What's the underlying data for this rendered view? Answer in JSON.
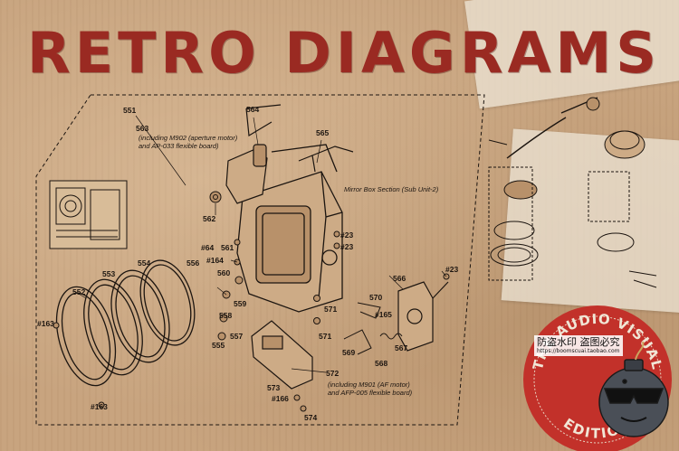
{
  "title": "RETRO DIAGRAMS",
  "badge": {
    "arc_top": "THE AUDIO VISUAL",
    "arc_bottom": "EDITION"
  },
  "watermark": {
    "line1": "防盗水印 盗图必究",
    "line2": "https://boomscuai.taobao.com"
  },
  "colors": {
    "title_red": "#9a2a22",
    "badge_red": "#c2312a",
    "cardboard": "#c8a47f",
    "ink": "#1c1510"
  },
  "part_labels": [
    {
      "id": "551",
      "text": "551"
    },
    {
      "id": "563",
      "text": "563"
    },
    {
      "id": "564",
      "text": "564"
    },
    {
      "id": "565",
      "text": "565"
    },
    {
      "id": "562",
      "text": "562"
    },
    {
      "id": "561",
      "text": "561"
    },
    {
      "id": "564b",
      "text": "#64"
    },
    {
      "id": "164",
      "text": "#164"
    },
    {
      "id": "560",
      "text": "560"
    },
    {
      "id": "559",
      "text": "559"
    },
    {
      "id": "558",
      "text": "558"
    },
    {
      "id": "556",
      "text": "556"
    },
    {
      "id": "557",
      "text": "557"
    },
    {
      "id": "555",
      "text": "555"
    },
    {
      "id": "554",
      "text": "554"
    },
    {
      "id": "553",
      "text": "553"
    },
    {
      "id": "552",
      "text": "552"
    },
    {
      "id": "163a",
      "text": "#163"
    },
    {
      "id": "163b",
      "text": "#163"
    },
    {
      "id": "23a",
      "text": "#23"
    },
    {
      "id": "23b",
      "text": "#23"
    },
    {
      "id": "23c",
      "text": "#23"
    },
    {
      "id": "566",
      "text": "566"
    },
    {
      "id": "570",
      "text": "570"
    },
    {
      "id": "571a",
      "text": "571"
    },
    {
      "id": "571b",
      "text": "571"
    },
    {
      "id": "165",
      "text": "#165"
    },
    {
      "id": "569",
      "text": "569"
    },
    {
      "id": "568",
      "text": "568"
    },
    {
      "id": "567",
      "text": "567"
    },
    {
      "id": "572",
      "text": "572"
    },
    {
      "id": "573",
      "text": "573"
    },
    {
      "id": "166",
      "text": "#166"
    },
    {
      "id": "574",
      "text": "574"
    }
  ],
  "notes": {
    "n563": [
      "(including M902 (aperture motor)",
      "and AP-033 flexible board)"
    ],
    "mirror": [
      "Mirror Box Section (Sub Unit-2)"
    ],
    "n572": [
      "(including M901 (AF motor)",
      "and AFP-005 flexible board)"
    ]
  }
}
